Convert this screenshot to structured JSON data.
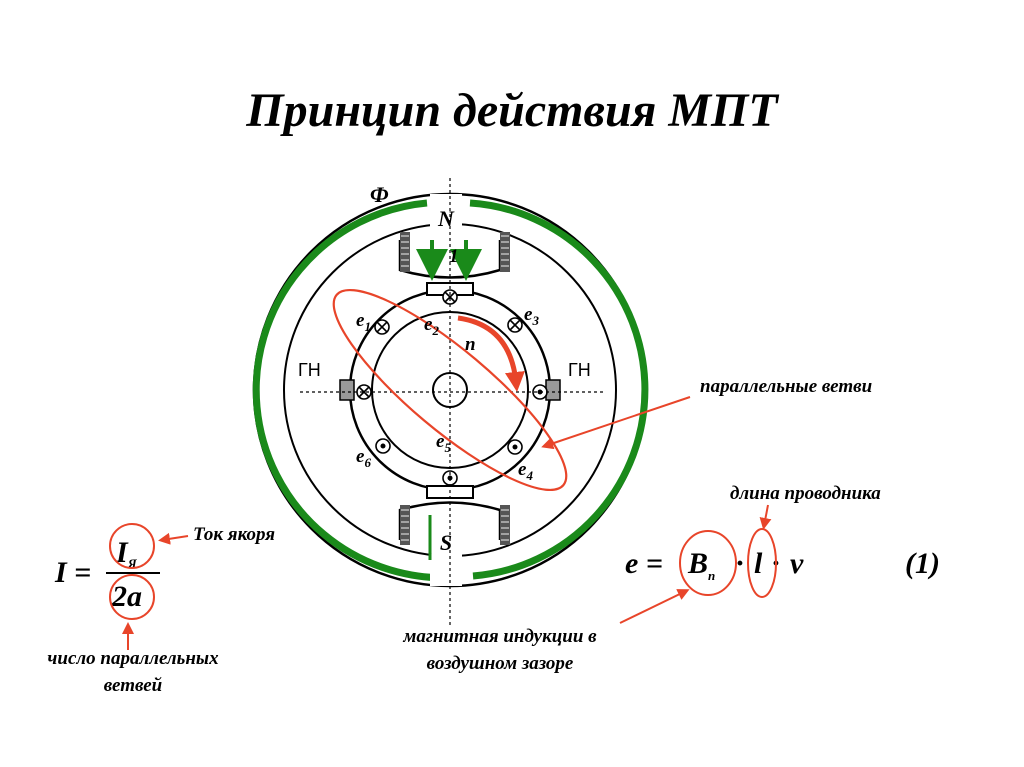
{
  "title": "Принцип действия МПТ",
  "diagram": {
    "flux_label": "Ф",
    "north_pole": "N",
    "south_pole": "S",
    "neutral_left": "ГН",
    "neutral_right": "ГН",
    "rotation_label": "n",
    "emf_labels": [
      {
        "base": "e",
        "sub": "1"
      },
      {
        "base": "e",
        "sub": "2"
      },
      {
        "base": "e",
        "sub": "3"
      },
      {
        "base": "e",
        "sub": "4"
      },
      {
        "base": "e",
        "sub": "5"
      },
      {
        "base": "e",
        "sub": "6"
      }
    ],
    "colors": {
      "flux": "#1a8a1a",
      "annotation": "#e8452a",
      "line": "#000000",
      "core": "#666666"
    }
  },
  "annotations": {
    "parallel_branches": "параллельные ветви",
    "conductor_length": "длина проводника",
    "armature_current": "Ток якоря",
    "num_parallel_branches_line1": "число параллельных",
    "num_parallel_branches_line2": "ветвей",
    "magnetic_induction_line1": "магнитная индукции в",
    "magnetic_induction_line2": "воздушном зазоре"
  },
  "formula_current": {
    "lhs": "I =",
    "numerator": "I",
    "numerator_sub": "Я",
    "denominator": "2a"
  },
  "formula_emf": {
    "lhs": "e =",
    "B": "B",
    "B_sub": "n",
    "dot": "·",
    "l": "l",
    "v": "ν",
    "number": "(1)"
  }
}
